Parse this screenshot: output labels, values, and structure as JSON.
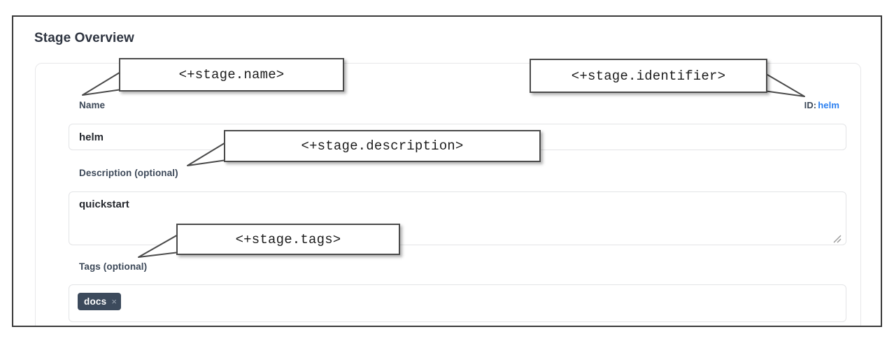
{
  "page": {
    "title": "Stage Overview"
  },
  "form": {
    "name": {
      "label": "Name",
      "value": "helm",
      "placeholder": ""
    },
    "identifier": {
      "prefix": "ID:",
      "value": "helm",
      "color": "#2a7ff0"
    },
    "description": {
      "label": "Description (optional)",
      "value": "quickstart",
      "placeholder": ""
    },
    "tags": {
      "label": "Tags (optional)",
      "chips": [
        {
          "label": "docs",
          "remove_icon": "×"
        }
      ]
    }
  },
  "annotations": [
    {
      "id": "name",
      "text": "<+stage.name>"
    },
    {
      "id": "identifier",
      "text": "<+stage.identifier>"
    },
    {
      "id": "description",
      "text": "<+stage.description>"
    },
    {
      "id": "tags",
      "text": "<+stage.tags>"
    }
  ],
  "colors": {
    "label": "#3c4858",
    "link": "#2a7ff0",
    "chip_bg": "#3c4a5c",
    "frame": "#3a3a3a",
    "callout_border": "#4a4a4a"
  }
}
